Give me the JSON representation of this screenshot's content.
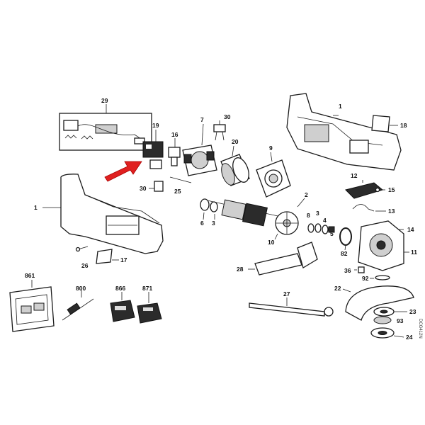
{
  "labels": {
    "p1_left": "1",
    "p1_right": "1",
    "p2": "2",
    "p3": "3",
    "p4": "4",
    "p5": "5",
    "p6": "6",
    "p7": "7",
    "p8": "8",
    "p9": "9",
    "p10": "10",
    "p11": "11",
    "p12": "12",
    "p13": "13",
    "p14": "14",
    "p15": "15",
    "p16": "16",
    "p17": "17",
    "p18": "18",
    "p19": "19",
    "p20": "20",
    "p22": "22",
    "p23": "23",
    "p24": "24",
    "p25": "25",
    "p26": "26",
    "p27": "27",
    "p28": "28",
    "p29": "29",
    "p30_top": "30",
    "p30_left": "30",
    "p36": "36",
    "p82": "82",
    "p92": "92",
    "p93": "93",
    "p800": "800",
    "p861": "861",
    "p866": "866",
    "p871": "871"
  },
  "side_code": "DCG412N",
  "colors": {
    "arrow": "#e02020",
    "ink": "#1a1a1a"
  }
}
